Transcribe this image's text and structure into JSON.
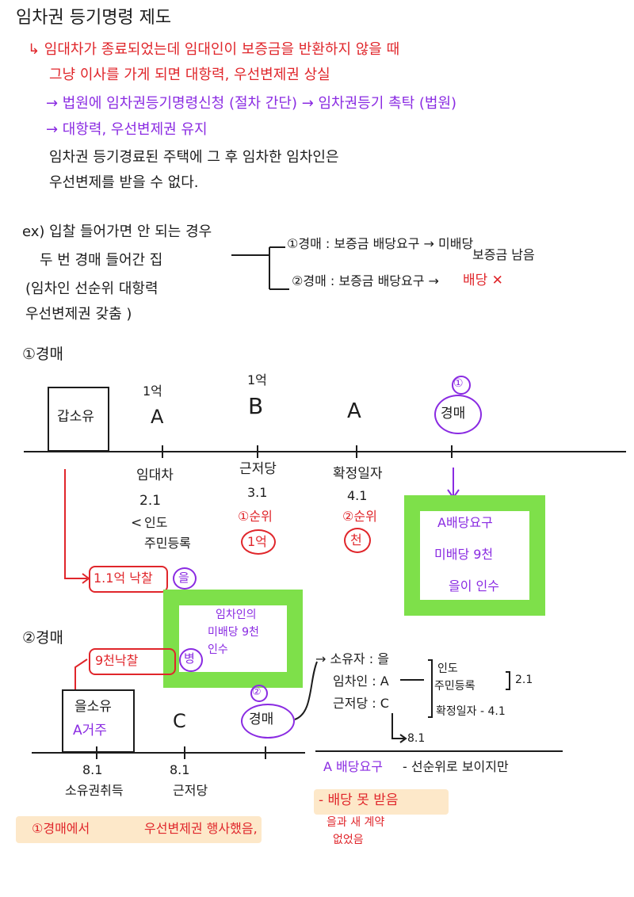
{
  "title": "임차권 등기명령 제도",
  "intro": {
    "line1": "↳ 임대차가 종료되었는데 임대인이 보증금을 반환하지 않을 때",
    "line2": "그냥 이사를 가게 되면 대항력, 우선변제권 상실",
    "line3": "→ 법원에 임차권등기명령신청 (절차 간단) → 임차권등기 촉탁 (법원)",
    "line4": "→ 대항력, 우선변제권 유지",
    "line5": "임차권 등기경료된 주택에 그 후 임차한 임차인은",
    "line6": "우선변제를 받을 수 없다."
  },
  "example": {
    "label": "ex) 입찰 들어가면 안 되는 경우",
    "line1": "두 번 경매 들어간 집",
    "line2": "(임차인 선순위 대항력",
    "line3": "우선변제권 갖춤 )",
    "branch1_main": "①경매 : 보증금 배당요구 → 미배당",
    "branch1_sub": "보증금 남음",
    "branch2_main": "②경매 : 보증금 배당요구 →",
    "branch2_red": "배당 ✕"
  },
  "auction1": {
    "heading": "①경매",
    "owner_box": "갑소유",
    "amount_a": "1억",
    "letter_a": "A",
    "amount_b": "1억",
    "letter_b": "B",
    "letter_a2": "A",
    "circle_num": "①",
    "auction_label": "경매",
    "ev1_title": "임대차",
    "ev1_date": "2.1",
    "ev1_note1": "인도",
    "ev1_note2": "주민등록",
    "ev2_title": "근저당",
    "ev2_date": "3.1",
    "ev2_rank": "①순위",
    "ev2_amt": "1억",
    "ev3_title": "확정일자",
    "ev3_date": "4.1",
    "ev3_rank": "②순위",
    "ev3_amt": "천",
    "green_line1": "A배당요구",
    "green_line2": "미배당 9천",
    "green_line3": "을이 인수",
    "winner": "1.1억 낙찰",
    "winner_tag": "을"
  },
  "auction2": {
    "heading": "②경매",
    "winner": "9천낙찰",
    "winner_tag": "병",
    "green_line1": "임차인의",
    "green_line2": "미배당 9천",
    "green_line3": "인수",
    "owner_box1": "을소유",
    "owner_box2": "A거주",
    "letter_c": "C",
    "circle_num": "②",
    "auction_label": "경매",
    "date1": "8.1",
    "date1_label": "소유권취득",
    "date2": "8.1",
    "date2_label": "근저당",
    "info_owner": "→ 소유자 : 을",
    "info_tenant": "임차인 : A",
    "info_mortgage": "근저당 : C",
    "info_item1": "인도",
    "info_item2": "주민등록",
    "info_item2_date": "2.1",
    "info_item3": "확정일자 - 4.1",
    "info_mortgage_date": "8.1",
    "note_purple": "A 배당요구",
    "note_black": "- 선순위로 보이지만",
    "note_red": "- 배당 못 받음",
    "bottom_red1": "①경매에서",
    "bottom_red2": "우선변제권 행사했음,",
    "bottom_red3": "을과 새 계약",
    "bottom_red4": "없었음"
  }
}
